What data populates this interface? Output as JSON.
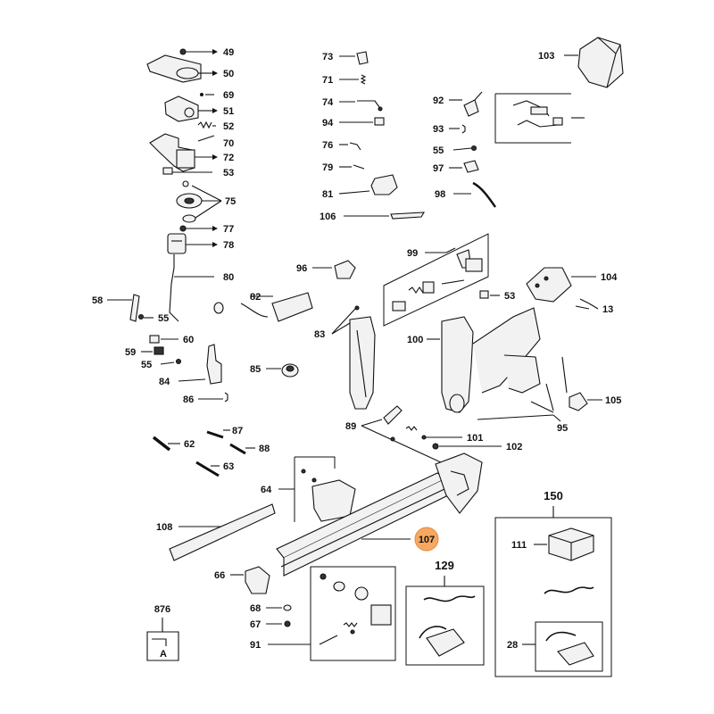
{
  "labels": {
    "p49": "49",
    "p50": "50",
    "p69": "69",
    "p51": "51",
    "p52": "52",
    "p70": "70",
    "p72": "72",
    "p53a": "53",
    "p75": "75",
    "p77": "77",
    "p78": "78",
    "p80": "80",
    "p58": "58",
    "p55a": "55",
    "p60": "60",
    "p59": "59",
    "p55b": "55",
    "p84": "84",
    "p86": "86",
    "p82": "82",
    "p85": "85",
    "p73": "73",
    "p71": "71",
    "p74": "74",
    "p94": "94",
    "p76": "76",
    "p79": "79",
    "p81": "81",
    "p106": "106",
    "p103": "103",
    "p92": "92",
    "p93": "93",
    "p55c": "55",
    "p97": "97",
    "p98": "98",
    "p99": "99",
    "p96": "96",
    "p53b": "53",
    "p104": "104",
    "p13": "13",
    "p83": "83",
    "p100": "100",
    "p105": "105",
    "p95": "95",
    "p89": "89",
    "p101": "101",
    "p102": "102",
    "p87": "87",
    "p62": "62",
    "p88": "88",
    "p63": "63",
    "p64": "64",
    "p108": "108",
    "p107": "107",
    "p66": "66",
    "p68": "68",
    "p67": "67",
    "p91": "91",
    "p129": "129",
    "p150": "150",
    "p111": "111",
    "p28": "28",
    "p876": "876",
    "letterA": "A"
  },
  "highlight_color": "#f6a860"
}
